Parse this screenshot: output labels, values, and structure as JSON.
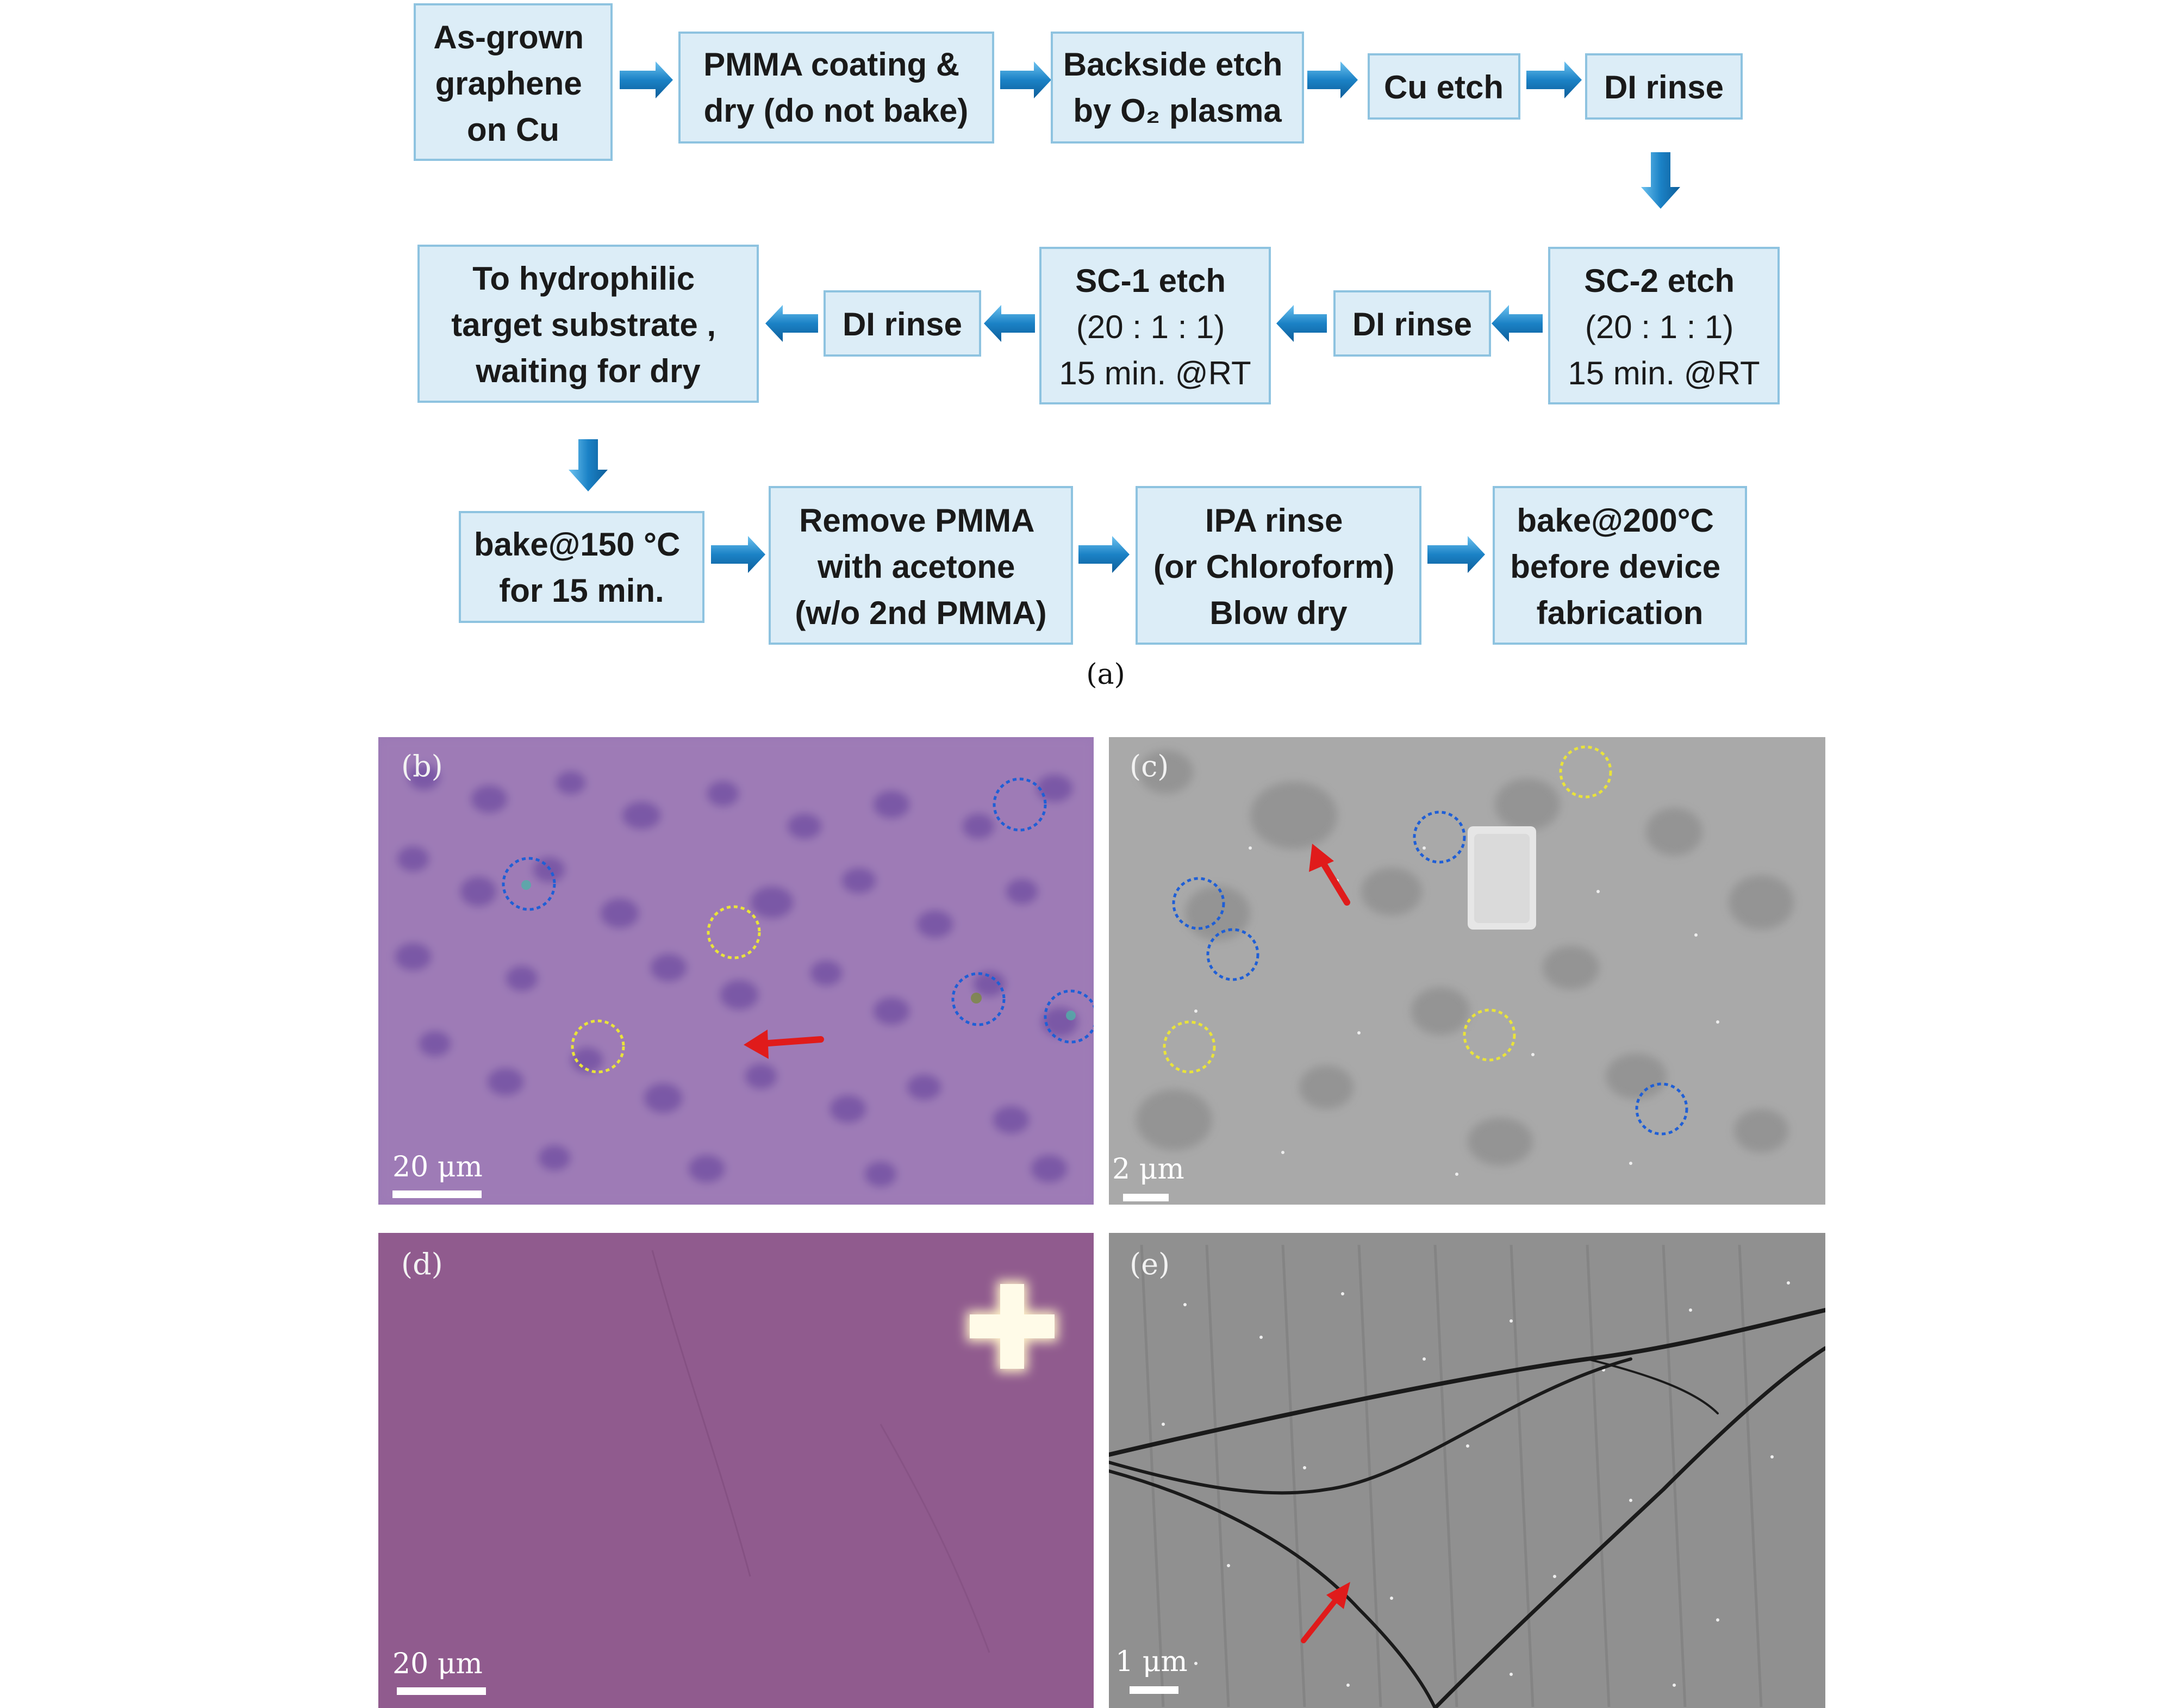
{
  "flowchart": {
    "row1": [
      {
        "lines": [
          "As-grown",
          "graphene",
          "on Cu"
        ]
      },
      {
        "lines": [
          "PMMA coating  &",
          "dry (do not bake)"
        ]
      },
      {
        "lines": [
          "Backside etch",
          "by O₂ plasma"
        ]
      },
      {
        "lines": [
          "Cu etch"
        ]
      },
      {
        "lines": [
          "DI rinse"
        ]
      }
    ],
    "row2": [
      {
        "lines": [
          "To hydrophilic",
          "target substrate ,",
          "waiting for dry"
        ]
      },
      {
        "lines": [
          "DI rinse"
        ]
      },
      {
        "lines": [
          "SC-1 etch",
          "(20 : 1 : 1)",
          "15 min. @RT"
        ]
      },
      {
        "lines": [
          "DI rinse"
        ]
      },
      {
        "lines": [
          "SC-2 etch",
          "(20 : 1 : 1)",
          "15 min. @RT"
        ]
      }
    ],
    "row3": [
      {
        "lines": [
          "bake@150 °C",
          "for 15 min."
        ]
      },
      {
        "lines": [
          "Remove PMMA",
          "with acetone",
          "(w/o 2nd PMMA)"
        ]
      },
      {
        "lines": [
          "IPA rinse",
          "(or Chloroform)",
          "Blow dry"
        ]
      },
      {
        "lines": [
          "bake@200°C",
          "before device",
          "fabrication"
        ]
      }
    ],
    "caption": "(a)"
  },
  "panels": {
    "b": {
      "label": "(b)",
      "scale": "20 μm",
      "colors": {
        "bg": "#9a78b4",
        "spot": "#7a58a6"
      }
    },
    "c": {
      "label": "(c)",
      "scale": "2 μm",
      "colors": {
        "bg": "#a9a9a9",
        "spot": "#8f8f8f"
      }
    },
    "d": {
      "label": "(d)",
      "scale": "20 μm",
      "colors": {
        "bg": "#8e5a8c"
      }
    },
    "e": {
      "label": "(e)",
      "scale": "1 μm",
      "colors": {
        "bg": "#909090"
      }
    }
  },
  "colors": {
    "box_fill": "#dcedf7",
    "box_stroke": "#8ec3e0",
    "arrow": "#1b82c6",
    "marker_blue": "#1f5fd6",
    "marker_yellow": "#e9e33a",
    "marker_red": "#e01b1b"
  }
}
